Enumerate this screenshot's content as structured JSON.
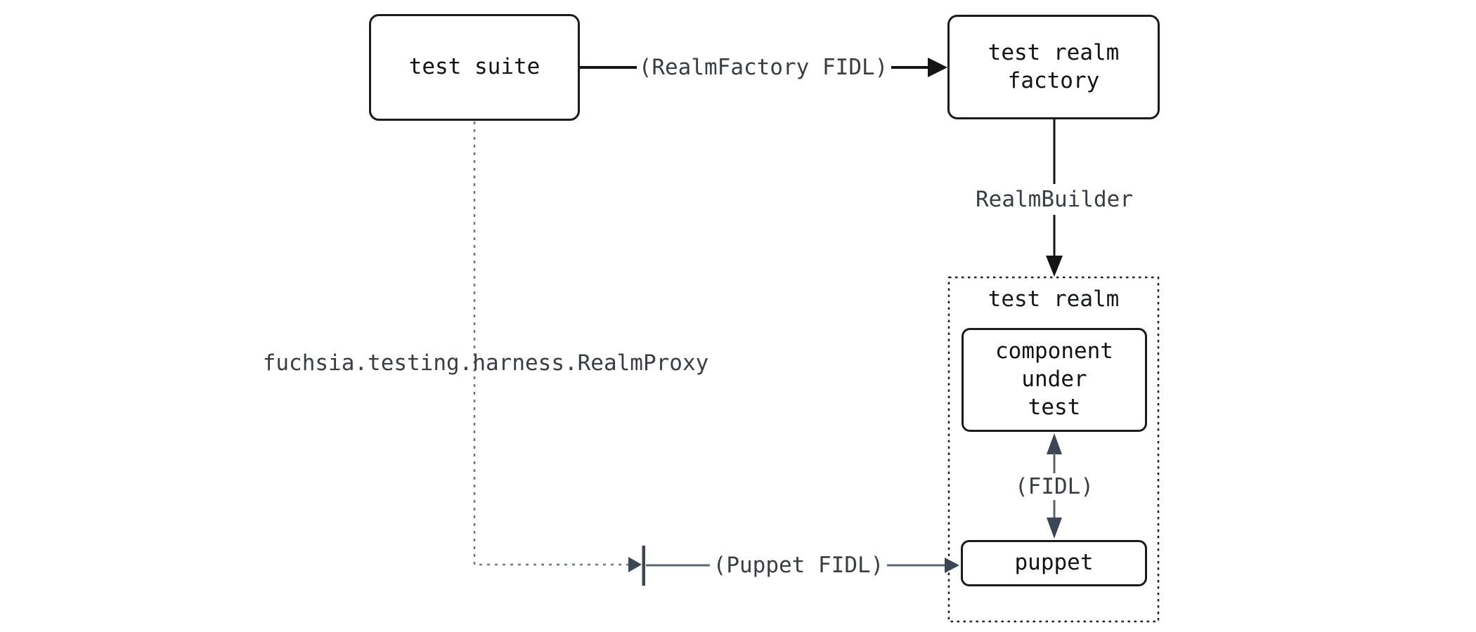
{
  "diagram": {
    "nodes": {
      "test_suite": {
        "label": "test suite"
      },
      "test_realm_factory": {
        "label": "test realm\nfactory"
      },
      "test_realm": {
        "label": "test realm"
      },
      "component_under_test": {
        "label": "component\nunder\ntest"
      },
      "puppet": {
        "label": "puppet"
      }
    },
    "edges": {
      "realm_factory_fidl": {
        "label": "(RealmFactory FIDL)",
        "from": "test suite",
        "to": "test realm factory",
        "style": "solid-black-arrow"
      },
      "realm_builder": {
        "label": "RealmBuilder",
        "from": "test realm factory",
        "to": "test realm",
        "style": "solid-black-arrow"
      },
      "realm_proxy": {
        "label": "fuchsia.testing.harness.RealmProxy",
        "from": "test suite",
        "to": "tick",
        "style": "dashed-gray-arrow"
      },
      "puppet_fidl": {
        "label": "(Puppet FIDL)",
        "from": "tick",
        "to": "puppet",
        "style": "solid-slate-arrow"
      },
      "fidl": {
        "label": "(FIDL)",
        "from": "component under test",
        "to": "puppet",
        "style": "bidirectional-slate-arrow"
      }
    },
    "colors": {
      "background": "#ffffff",
      "box_border": "#1b1b1b",
      "box_text": "#131313",
      "black_arrow": "#141414",
      "edge_label_text": "#3a3e44",
      "slate_arrow_head": "#3d4654",
      "slate_arrow_line": "#5b6472",
      "dashed_gray_line": "#6e7682",
      "dotted_container_border": "#1f2126"
    }
  }
}
